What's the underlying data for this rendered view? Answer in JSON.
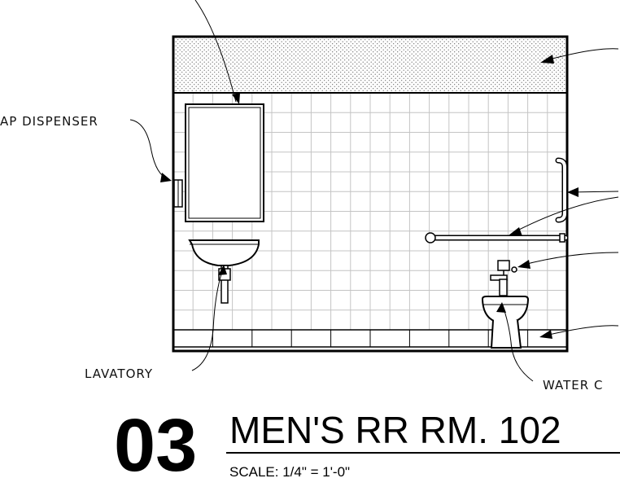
{
  "drawing": {
    "detail_number": "03",
    "title": "MEN'S RR RM. 102",
    "scale": "SCALE: 1/4\" = 1'-0\""
  },
  "labels": {
    "soap_dispenser": "AP DISPENSER",
    "lavatory": "LAVATORY",
    "water_closet": "WATER C"
  },
  "wall": {
    "tile_columns": 20,
    "tile_rows": 12,
    "base_tiles": 10
  },
  "colors": {
    "line": "#000000",
    "grid": "#c4c4c4",
    "stipple": "#555555"
  }
}
